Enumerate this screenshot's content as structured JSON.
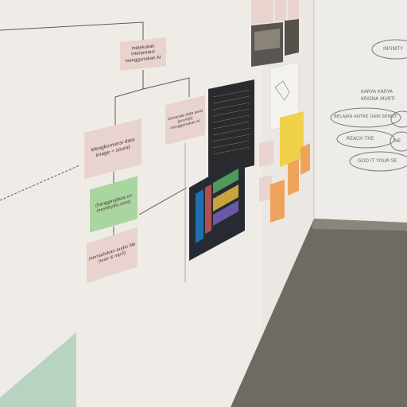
{
  "flowchart": {
    "top_card": "melakukan interpretasi menggunakan AI",
    "left_card": "Mengkonversi data image + sound",
    "green_card": "(hanggingface.co meshhyfre.com)",
    "bottom_card": "memadukan audio file (wav & mp3)",
    "right_card": "Generate data awal (prompt) menggunakan AI"
  },
  "mural": {
    "bubble_infinity": "INFINITY",
    "caption_1": "KARYA KARYA",
    "caption_2": "KRISNA MURTI",
    "bubble_belajar": "BELAJAR ANTRE DARI SEMUT",
    "bubble_reach": "REACH THE",
    "bubble_ne": "NE",
    "bubble_god": "GOD IT YOUR SE"
  },
  "colors": {
    "wall": "#efece7",
    "floor": "#6e6a62",
    "pink_card": "#e8d3cf",
    "green_card": "#a9d6a0",
    "yellow_card": "#f2d14a",
    "orange_card": "#eea35c"
  }
}
